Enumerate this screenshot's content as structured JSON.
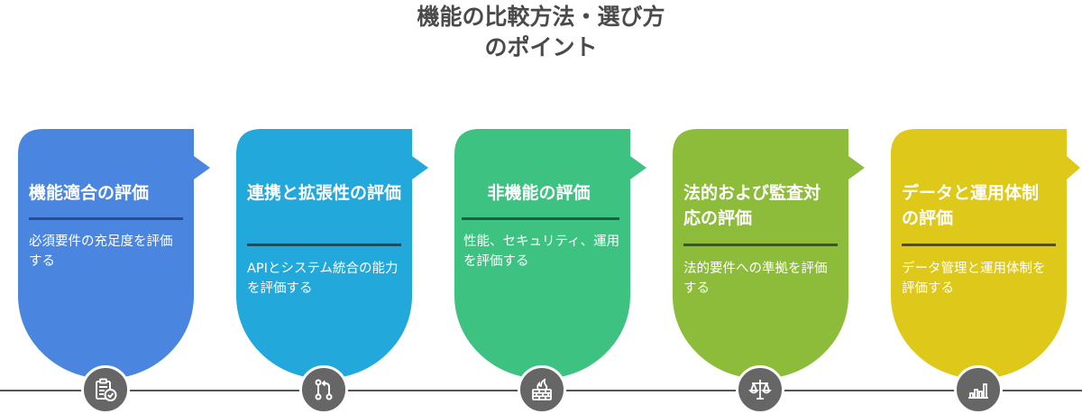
{
  "title": {
    "line1": "機能の比較方法・選び方",
    "line2": "のポイント"
  },
  "colors": {
    "timeline": "#555555",
    "icon_bg": "#666666",
    "title_text": "#4a4a4a"
  },
  "steps": [
    {
      "title": "機能適合の評価",
      "description": "必須要件の充足度を評価する",
      "color": "#4A86E0",
      "divider_color": "#2B4E86",
      "icon": "clipboard-check-icon"
    },
    {
      "title": "連携と拡張性の評価",
      "description": "APIとシステム統合の能力を評価する",
      "color": "#22A8DA",
      "divider_color": "#1A4F66",
      "icon": "git-pull-request-icon"
    },
    {
      "title": "非機能の評価",
      "description": "性能、セキュリティ、運用を評価する",
      "color": "#3DC281",
      "divider_color": "#1F5E3F",
      "icon": "firewall-icon"
    },
    {
      "title": "法的および監査対応の評価",
      "description": "法的要件への準拠を評価する",
      "color": "#8DBB3A",
      "divider_color": "#3E5A1A",
      "icon": "scales-icon"
    },
    {
      "title": "データと運用体制の評価",
      "description": "データ管理と運用体制を評価する",
      "color": "#DEC81A",
      "divider_color": "#5A5010",
      "icon": "bar-chart-icon"
    }
  ]
}
